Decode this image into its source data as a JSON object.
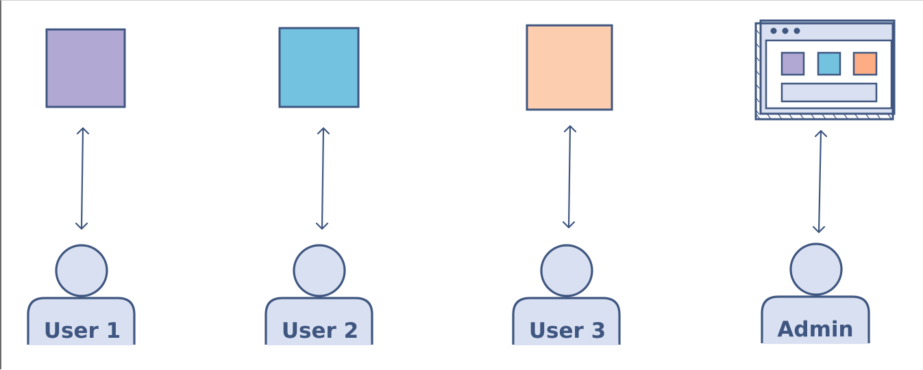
{
  "users": [
    {
      "label": "User 1",
      "color": "#b1a9d3"
    },
    {
      "label": "User 2",
      "color": "#73c2e0"
    },
    {
      "label": "User 3",
      "color": "#fdcdb0"
    }
  ],
  "admin": {
    "label": "Admin",
    "window_icon": "browser-window-icon",
    "tile_colors": [
      "#b1a9d3",
      "#73c2e0",
      "#fdac84"
    ],
    "bar_color": "#d9e0f1"
  },
  "palette": {
    "stroke": "#3f5680",
    "person_fill": "#d9e0f1"
  }
}
